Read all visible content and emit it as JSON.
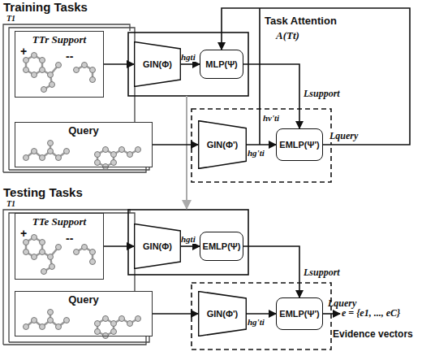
{
  "diagram": {
    "nodes": [
      {
        "text": [
          "TTr Support",
          "+",
          "--"
        ]
      },
      {
        "text": [
          "Query"
        ]
      },
      {
        "text": [
          "GIN(Φ)"
        ]
      },
      {
        "text": [
          "MLP(Ψ)"
        ]
      },
      {
        "text": [
          "GIN(Φ')"
        ]
      },
      {
        "text": [
          "EMLP(Ψ')"
        ]
      },
      {
        "text": [
          "TTe Support",
          "+",
          "--"
        ]
      },
      {
        "text": [
          "Query"
        ]
      },
      {
        "text": [
          "GIN(Φ)"
        ]
      },
      {
        "text": [
          "EMLP(Ψ)"
        ]
      },
      {
        "text": [
          "GIN(Φ')"
        ]
      },
      {
        "text": [
          "EMLP(Ψ')"
        ]
      }
    ],
    "edges": [
      {
        "from": 0,
        "to": 2,
        "arrow": "to"
      },
      {
        "from": 2,
        "to": 3,
        "label": "hgti",
        "arrow": "to"
      },
      {
        "from": 3,
        "to": 5,
        "label": "Lsupport",
        "arrow": "to"
      },
      {
        "from": 1,
        "to": 4,
        "arrow": "to"
      },
      {
        "from": 4,
        "to": 5,
        "label": "hg'ti",
        "arrow": "to"
      },
      {
        "from": 5,
        "to": 3,
        "label": "Lquery",
        "arrow": "to"
      },
      {
        "from": 6,
        "to": 8,
        "arrow": "to"
      },
      {
        "from": 8,
        "to": 9,
        "label": "hgti",
        "arrow": "to"
      },
      {
        "from": 9,
        "to": 11,
        "label": "Lsupport",
        "arrow": "to"
      },
      {
        "from": 7,
        "to": 10,
        "arrow": "to"
      },
      {
        "from": 10,
        "to": 11,
        "label": "hg'ti",
        "arrow": "to"
      }
    ],
    "labels": [
      "Training Tasks",
      "T1",
      "Task Attention",
      "A(Tt)",
      "hv'ti",
      "Testing Tasks",
      "T1",
      "Lquery",
      "e = {e1, ..., eC}",
      "Evidence vectors"
    ]
  }
}
